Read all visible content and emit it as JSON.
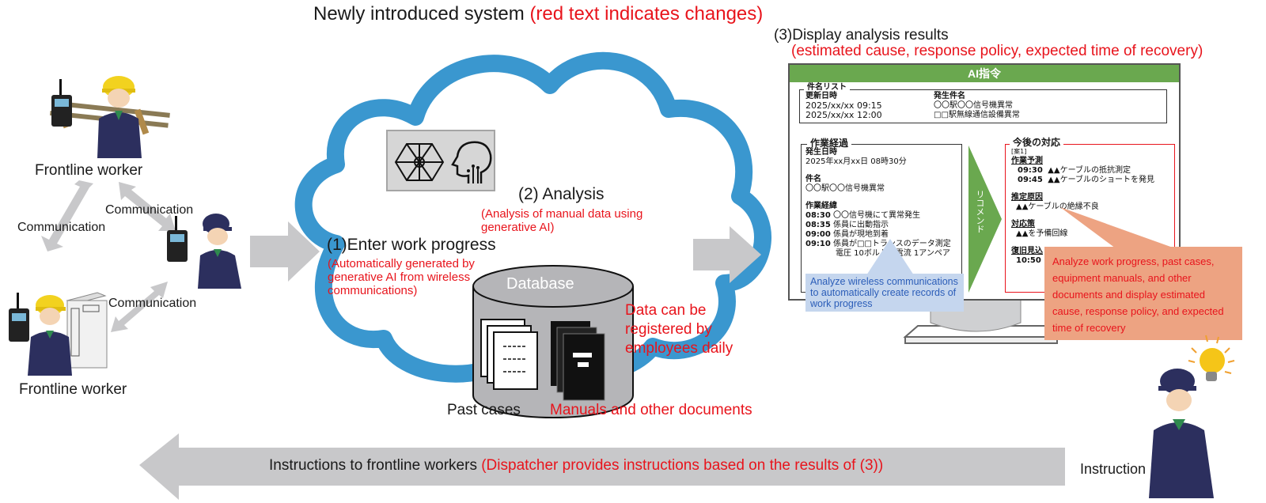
{
  "title": {
    "main": "Newly introduced system",
    "note": "(red text indicates changes)"
  },
  "left_panel": {
    "worker_top_label": "Frontline worker",
    "worker_bottom_label": "Frontline worker",
    "communication_labels": [
      "Communication",
      "Communication",
      "Communication"
    ]
  },
  "cloud": {
    "step1_title": "(1)Enter work progress",
    "step1_note": "(Automatically generated by generative AI from wireless communications)",
    "step2_title": "(2) Analysis",
    "step2_note": "(Analysis of manual data using generative AI)",
    "database_label": "Database",
    "past_cases_label": "Past cases",
    "manuals_label": "Manuals and other documents",
    "register_note": "Data can be registered by employees daily",
    "ai_icon": "neural-network-head-icon"
  },
  "display": {
    "step3_title": "(3)Display analysis results",
    "step3_note": "(estimated cause, response policy, expected time of recovery)",
    "header": "AI指令",
    "case_list": {
      "title": "件名リスト",
      "col_updated": "更新日時",
      "col_incident": "発生件名",
      "rows": [
        {
          "updated": "2025/xx/xx  09:15",
          "incident": "〇〇駅〇〇信号機異常"
        },
        {
          "updated": "2025/xx/xx  12:00",
          "incident": "□□駅無線通信設備異常"
        }
      ]
    },
    "progress": {
      "title": "作業経過",
      "occurred_label": "発生日時",
      "occurred_value": "2025年xx月xx日  08時30分",
      "subject_label": "件名",
      "subject_value": "〇〇駅〇〇信号機異常",
      "log_label": "作業経緯",
      "log": [
        {
          "time": "08:30",
          "text": "〇〇信号機にて異常発生"
        },
        {
          "time": "08:35",
          "text": "係員に出動指示"
        },
        {
          "time": "09:00",
          "text": "係員が現地到着"
        },
        {
          "time": "09:10",
          "text": "係員が□□トランスのデータ測定"
        },
        {
          "time": "",
          "text": "電圧  10ボルト、電流  1アンペア"
        }
      ]
    },
    "recommend_label": "リコメンド",
    "future": {
      "title": "今後の対応",
      "tag": "[案1]",
      "plan_label": "作業予測",
      "plan": [
        {
          "time": "09:30",
          "text": "▲▲ケーブルの抵抗測定"
        },
        {
          "time": "09:45",
          "text": "▲▲ケーブルのショートを発見"
        }
      ],
      "cause_label": "推定原因",
      "cause_value": "▲▲ケーブルの絶縁不良",
      "measure_label": "対応策",
      "measure_value": "▲▲を予備回線",
      "recovery_label": "復旧見込",
      "recovery_value": "10:50"
    },
    "callout_wireless": "Analyze wireless communications to automatically create records of work progress",
    "callout_analyze": "Analyze work progress, past cases, equipment manuals, and other documents and display estimated cause, response policy, and expected time of recovery"
  },
  "bottom": {
    "arrow_text": "Instructions to frontline workers",
    "arrow_note": "(Dispatcher provides instructions based on the results of (3))",
    "instruction_label": "Instruction"
  },
  "colors": {
    "red": "#e8141c",
    "cloud_blue": "#3a97cf",
    "arrow_gray": "#c8c8ca",
    "green": "#6aa84f",
    "callout_blue": "#c5d6ee",
    "callout_orange": "#eda382",
    "navy": "#2c2f5e"
  }
}
